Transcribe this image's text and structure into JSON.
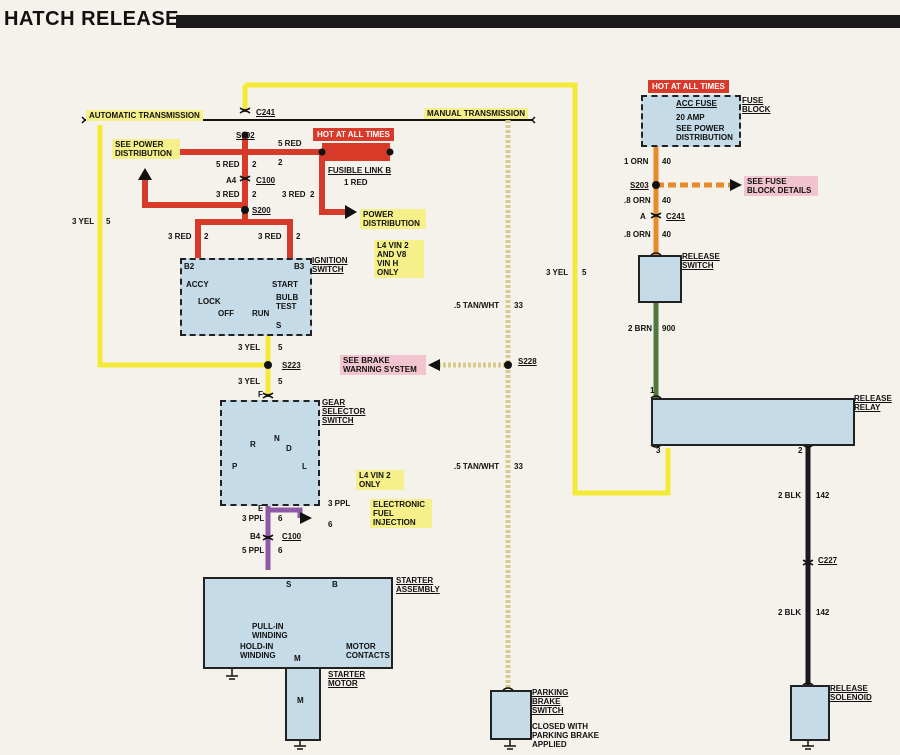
{
  "title": "HATCH RELEASE",
  "colors": {
    "red": "#d83a2a",
    "yellow": "#f4ea35",
    "orange": "#e98a2a",
    "tan": "#d8c98e",
    "purple": "#8e5aa8",
    "green": "#4f7a3c",
    "black": "#1b1b1b",
    "box": "#c5dbe7",
    "note": "#f5f08a",
    "pink": "#f1c4d0"
  },
  "labels": {
    "auto_trans": "AUTOMATIC TRANSMISSION",
    "c241_top": "C241",
    "manual_trans": "MANUAL TRANSMISSION",
    "s102": "S102",
    "five_red_top": "5 RED",
    "hot_left": "HOT AT ALL TIMES",
    "see_power_dist": "SEE POWER DISTRIBUTION",
    "fusible_link": "FUSIBLE LINK B",
    "one_red": "1 RED",
    "five_red_2": "5 RED",
    "two_a": "2",
    "two_b": "2",
    "a4": "A4",
    "c100_top": "C100",
    "three_red_a": "3 RED",
    "two_c": "2",
    "three_red_b": "3 RED",
    "two_d": "2",
    "s200": "S200",
    "power_dist": "POWER DISTRIBUTION",
    "three_yel_left": "3 YEL",
    "five_left": "5",
    "three_red_c": "3 RED",
    "two_e": "2",
    "three_red_d": "3 RED",
    "two_f": "2",
    "l4_note": "L4 VIN 2 AND V8 VIN H ONLY",
    "ignition_switch": "IGNITION SWITCH",
    "b2": "B2",
    "b3": "B3",
    "accy": "ACCY",
    "lock": "LOCK",
    "off": "OFF",
    "run": "RUN",
    "start": "START",
    "bulb_test": "BULB TEST",
    "s_pin": "S",
    "three_yel_a": "3 YEL",
    "five_a": "5",
    "s223": "S223",
    "three_yel_b": "3 YEL",
    "five_b": "5",
    "f_pin": "F",
    "gear_selector": "GEAR SELECTOR SWITCH",
    "r": "R",
    "n": "N",
    "d": "D",
    "p": "P",
    "l": "L",
    "l4_only": "L4 VIN 2 ONLY",
    "e_pin": "E",
    "three_ppl_a": "3 PPL",
    "six_a": "6",
    "three_ppl_b": "3 PPL",
    "six_b": "6",
    "efi": "ELECTRONIC FUEL INJECTION",
    "b4": "B4",
    "c100_b": "C100",
    "five_ppl": "5 PPL",
    "six_c": "6",
    "s_pin2": "S",
    "b_pin": "B",
    "m_pin": "M",
    "starter_assembly": "STARTER ASSEMBLY",
    "pull_in": "PULL-IN WINDING",
    "hold_in": "HOLD-IN WINDING",
    "motor_contacts": "MOTOR CONTACTS",
    "starter_motor": "STARTER MOTOR",
    "m_symbol": "M",
    "tan_a": ".5 TAN/WHT",
    "n33_a": "33",
    "see_brake": "SEE BRAKE WARNING SYSTEM",
    "s228": "S228",
    "tan_b": ".5 TAN/WHT",
    "n33_b": "33",
    "parking_brake": "PARKING BRAKE SWITCH",
    "closed_note": "CLOSED WITH PARKING BRAKE APPLIED",
    "three_yel_mid": "3 YEL",
    "five_mid": "5",
    "hot_right": "HOT AT ALL TIMES",
    "acc_fuse": "ACC FUSE",
    "amp20": "20 AMP",
    "see_power_dist2": "SEE POWER DISTRIBUTION",
    "fuse_block": "FUSE BLOCK",
    "one_orn": "1 ORN",
    "forty_a": "40",
    "s203": "S203",
    "see_fuse": "SEE FUSE BLOCK DETAILS",
    "eight_orn_a": ".8 ORN",
    "forty_b": "40",
    "a_pin": "A",
    "c241_r": "C241",
    "eight_orn_b": ".8 ORN",
    "forty_c": "40",
    "release_switch": "RELEASE SWITCH",
    "two_brn": "2 BRN",
    "n900": "900",
    "one_pin": "1",
    "release_relay": "RELEASE RELAY",
    "three_pin": "3",
    "two_pin": "2",
    "two_blk_a": "2 BLK",
    "n142_a": "142",
    "c227": "C227",
    "two_blk_b": "2 BLK",
    "n142_b": "142",
    "release_solenoid": "RELEASE SOLENOID"
  }
}
